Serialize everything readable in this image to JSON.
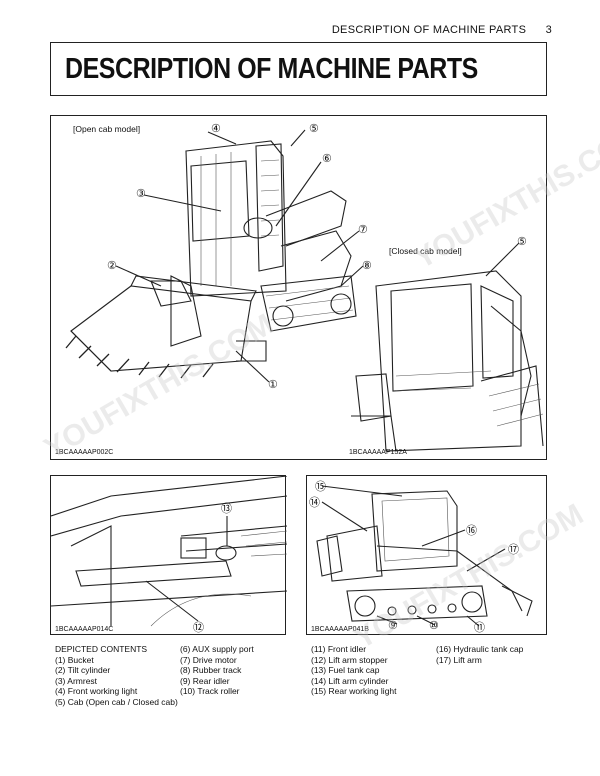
{
  "header": {
    "section_title": "DESCRIPTION OF MACHINE PARTS",
    "page_number": "3"
  },
  "title": "DESCRIPTION OF MACHINE PARTS",
  "figures": {
    "main": {
      "open_cab_label": "[Open cab model]",
      "closed_cab_label": "[Closed cab model]",
      "code_left": "1BCAAAAAP002C",
      "code_right": "1BCAAAAAP152A"
    },
    "bottom_left": {
      "code": "1BCAAAAAP014C"
    },
    "bottom_right": {
      "code": "1BCAAAAAP041B"
    }
  },
  "callouts": {
    "c1": "①",
    "c2": "②",
    "c3": "③",
    "c4": "④",
    "c5": "⑤",
    "c6": "⑥",
    "c7": "⑦",
    "c8": "⑧",
    "c9": "⑨",
    "c10": "⑩",
    "c11": "⑪",
    "c12": "⑫",
    "c13": "⑬",
    "c14": "⑭",
    "c15": "⑮",
    "c16": "⑯",
    "c17": "⑰"
  },
  "contents": {
    "heading": "DEPICTED CONTENTS",
    "col1": [
      "(1) Bucket",
      "(2) Tilt cylinder",
      "(3) Armrest",
      "(4) Front working light",
      "(5) Cab (Open cab / Closed cab)"
    ],
    "col2": [
      "(6) AUX supply port",
      "(7) Drive motor",
      "(8) Rubber track",
      "(9) Rear idler",
      "(10) Track roller"
    ],
    "col3": [
      "(11) Front idler",
      "(12) Lift arm stopper",
      "(13) Fuel tank cap",
      "(14) Lift arm cylinder",
      "(15) Rear working light"
    ],
    "col4": [
      "(16) Hydraulic tank cap",
      "(17) Lift arm"
    ]
  },
  "watermark": {
    "text": "YOUFIXTHIS.COM"
  }
}
